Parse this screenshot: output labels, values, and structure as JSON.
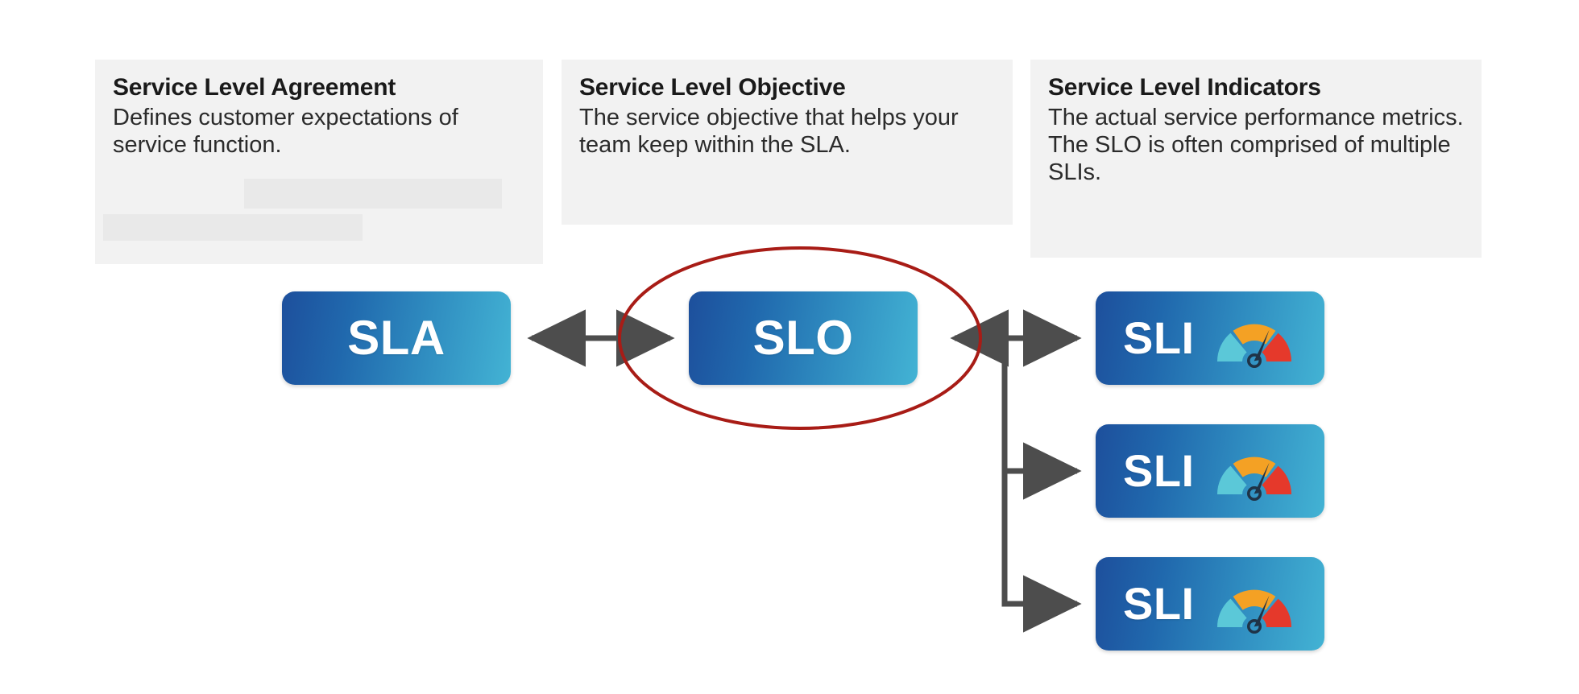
{
  "diagram": {
    "title_concept": "SLA / SLO / SLI relationship",
    "accent_highlight_color": "#A81C16",
    "connector_color": "#4d4d4d",
    "card_background": "#f2f2f2",
    "node_gradient_from": "#1d4f9c",
    "node_gradient_to": "#43b3d4"
  },
  "cards": [
    {
      "id": "sla",
      "title": "Service Level Agreement",
      "body": "Defines customer expectations of service function.",
      "redacted_bars": 2
    },
    {
      "id": "slo",
      "title": "Service Level Objective",
      "body": "The service objective that helps your team keep within the SLA.",
      "redacted_bars": 0
    },
    {
      "id": "sli",
      "title": "Service Level Indicators",
      "body": "The actual service performance metrics. The SLO is often comprised of multiple SLIs.",
      "redacted_bars": 0
    }
  ],
  "nodes": {
    "sla": {
      "label": "SLA",
      "icon": "none"
    },
    "slo": {
      "label": "SLO",
      "icon": "none",
      "highlighted": "true"
    },
    "sli": [
      {
        "label": "SLI",
        "icon": "gauge-icon"
      },
      {
        "label": "SLI",
        "icon": "gauge-icon"
      },
      {
        "label": "SLI",
        "icon": "gauge-icon"
      }
    ]
  },
  "gauge": {
    "segment_low_color": "#5BC8D8",
    "segment_mid_color": "#F4A124",
    "segment_high_color": "#E5392B",
    "needle_color": "#1f3347"
  },
  "connections": [
    {
      "from": "SLA",
      "to": "SLO",
      "style": "double-arrow"
    },
    {
      "from": "SLI group",
      "to": "SLO",
      "style": "arrow"
    },
    {
      "from": "trunk",
      "to": "SLI 1",
      "style": "arrow"
    },
    {
      "from": "trunk",
      "to": "SLI 2",
      "style": "arrow"
    },
    {
      "from": "trunk",
      "to": "SLI 3",
      "style": "arrow"
    }
  ]
}
